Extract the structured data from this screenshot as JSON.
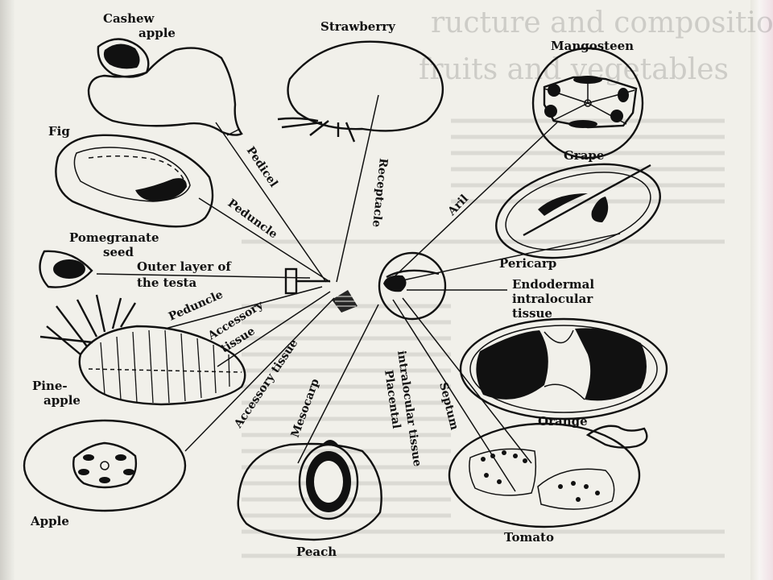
{
  "background_text": {
    "heading_line1": "ructure and composition",
    "heading_line2": "fruits and vegetables"
  },
  "fruits": {
    "cashew": "Cashew\napple",
    "strawberry": "Strawberry",
    "mangosteen": "Mangosteen",
    "fig": "Fig",
    "grape": "Grape",
    "pomegranate": "Pomegranate\nseed",
    "pineapple": "Pine-\napple",
    "orange": "Orange",
    "apple": "Apple",
    "tomato": "Tomato",
    "peach": "Peach"
  },
  "tissues": {
    "outer_testa": "Outer layer of\nthe testa",
    "pedicel": "Pedicel",
    "peduncle_top": "Peduncle",
    "receptacle": "Receptacle",
    "aril": "Aril",
    "pericarp": "Pericarp",
    "endodermal": "Endodermal\nintralocular\ntissue",
    "peduncle_left": "Peduncle",
    "accessory_tissue_1": "Accessory\ntissue",
    "accessory_tissue_2": "Accessory tissue",
    "mesocarp": "Mesocarp",
    "placental": "Placental\nintralocular tissue",
    "septum": "Septum"
  }
}
